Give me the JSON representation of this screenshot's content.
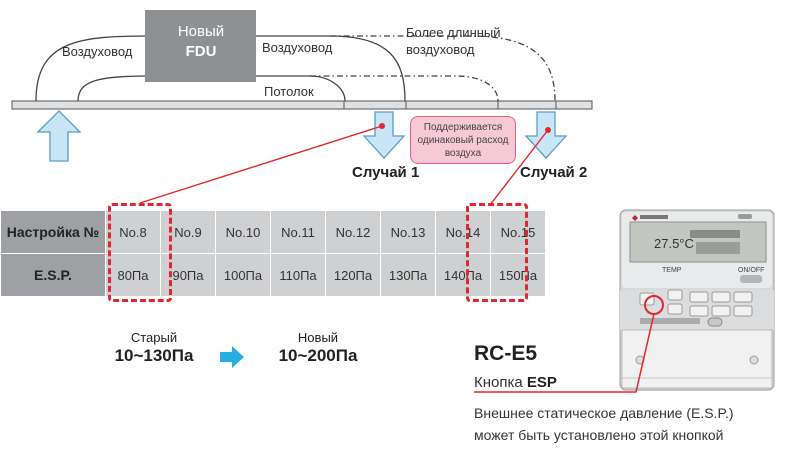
{
  "diagram": {
    "duct_left": "Воздуховод",
    "duct_right": "Воздуховод",
    "longer_duct": [
      "Более длинный",
      "воздуховод"
    ],
    "fdu_line1": "Новый",
    "fdu_line2": "FDU",
    "ceiling": "Потолок",
    "note": [
      "Поддерживается",
      "одинаковый расход",
      "воздуха"
    ],
    "case1": "Случай 1",
    "case2": "Случай 2"
  },
  "table": {
    "header_setting": "Настройка №",
    "header_esp": "E.S.P.",
    "settings": [
      "No.8",
      "No.9",
      "No.10",
      "No.11",
      "No.12",
      "No.13",
      "No.14",
      "No.15"
    ],
    "esp_values": [
      "80Па",
      "90Па",
      "100Па",
      "110Па",
      "120Па",
      "130Па",
      "140Па",
      "150Па"
    ]
  },
  "range": {
    "old_label": "Старый",
    "old_value": "10~130Па",
    "new_label": "Новый",
    "new_value": "10~200Па"
  },
  "remote": {
    "model": "RC-E5",
    "button_prefix": "Кнопка",
    "button_name": "ESP",
    "description": [
      "Внешнее статическое давление (E.S.P.)",
      "может быть установлено этой кнопкой"
    ],
    "display_temp": "27.5°C",
    "temp_label": "TEMP",
    "onoff_label": "ON/OFF"
  },
  "colors": {
    "arrow_fill": "#c9e6f7",
    "arrow_stroke": "#5a9cc8",
    "highlight": "#e5262e",
    "range_arrow": "#27aee3"
  }
}
